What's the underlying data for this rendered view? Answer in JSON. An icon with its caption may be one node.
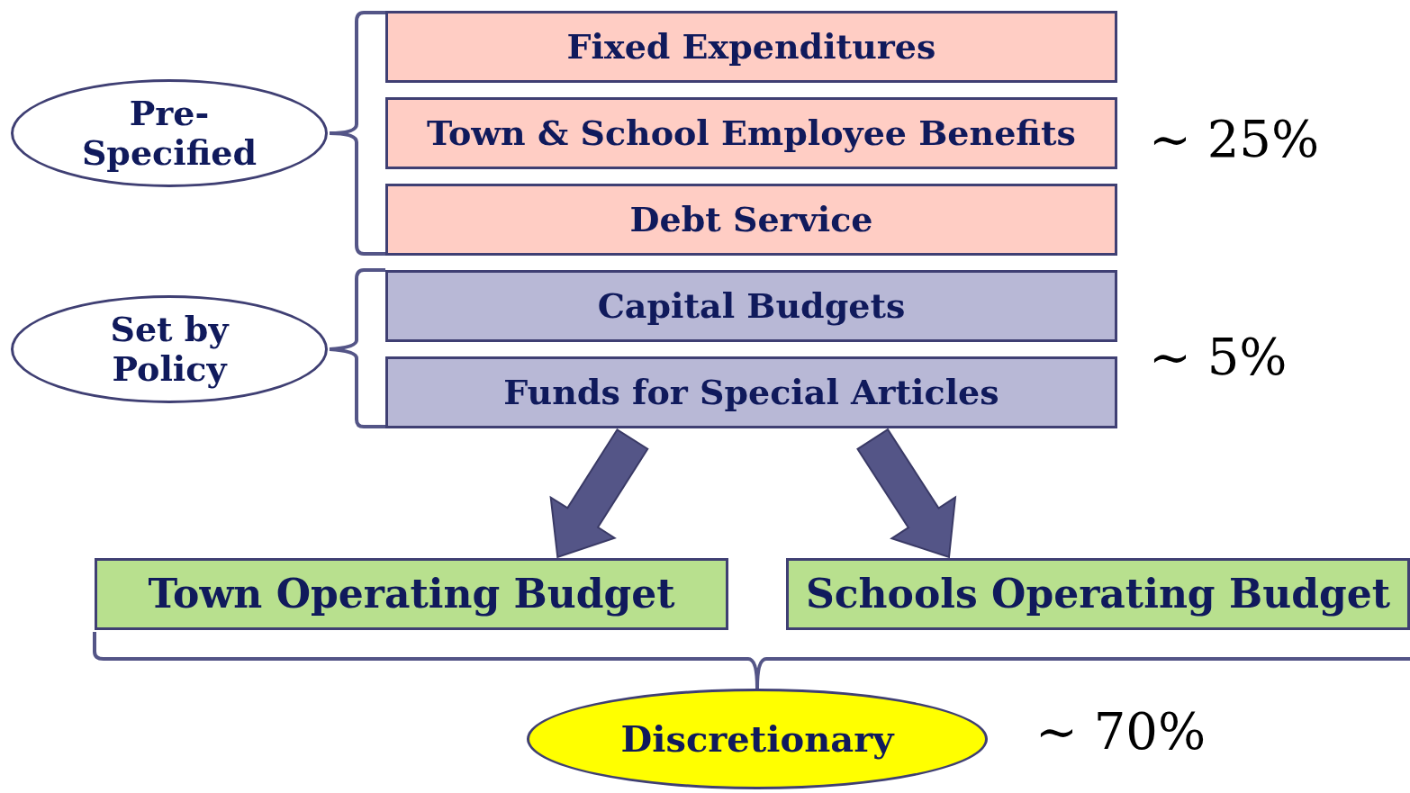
{
  "diagram": {
    "nodes": [
      {
        "text": [
          "Fixed Expenditures"
        ]
      },
      {
        "text": [
          "Town & School Employee Benefits"
        ]
      },
      {
        "text": [
          "Debt Service"
        ]
      },
      {
        "text": [
          "Capital Budgets"
        ]
      },
      {
        "text": [
          "Funds for Special Articles"
        ]
      },
      {
        "text": [
          "Pre-Specified"
        ]
      },
      {
        "text": [
          "Set by Policy"
        ]
      },
      {
        "text": [
          "Town Operating Budget"
        ]
      },
      {
        "text": [
          "Schools Operating Budget"
        ]
      },
      {
        "text": [
          "Discretionary"
        ]
      }
    ],
    "edges": [
      {
        "from": 4,
        "to": 7,
        "arrow": "to",
        "style": "thick"
      },
      {
        "from": 4,
        "to": 8,
        "arrow": "to",
        "style": "thick"
      }
    ],
    "labels": [
      "~ 25%",
      "~ 5%",
      "~ 70%"
    ]
  }
}
